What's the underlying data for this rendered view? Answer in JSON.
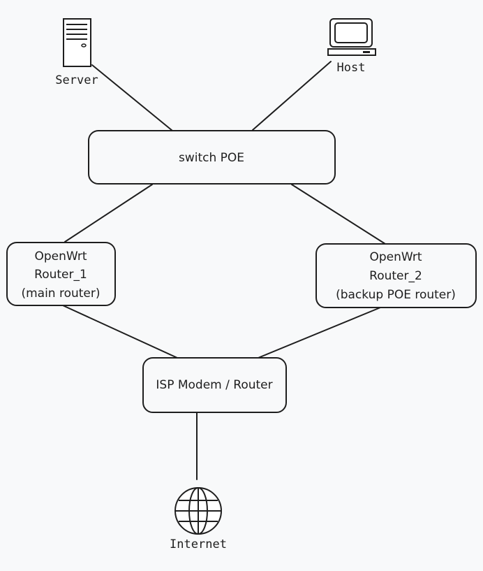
{
  "nodes": {
    "server": {
      "label": "Server",
      "icon": "server-tower-icon"
    },
    "host": {
      "label": "Host",
      "icon": "desktop-computer-icon"
    },
    "switch": {
      "label": "switch POE"
    },
    "router1": {
      "line1": "OpenWrt",
      "line2": "Router_1",
      "line3": "(main router)"
    },
    "router2": {
      "line1": "OpenWrt",
      "line2": "Router_2",
      "line3": "(backup POE router)"
    },
    "isp": {
      "label": "ISP Modem / Router"
    },
    "internet": {
      "label": "Internet",
      "icon": "globe-icon"
    }
  },
  "colors": {
    "background": "#f8f9fa",
    "stroke": "#1e1e1e"
  }
}
